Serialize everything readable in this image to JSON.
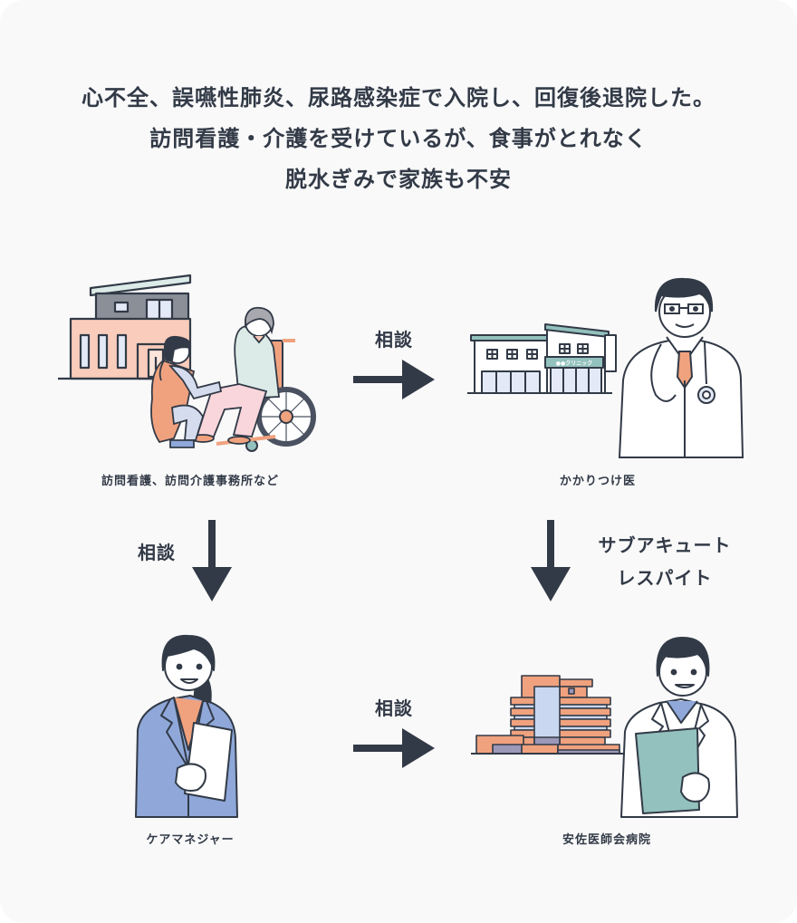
{
  "headline": {
    "lines": [
      "心不全、誤嚥性肺炎、尿路感染症で入院し、回復後退院した。",
      "訪問看護・介護を受けているが、食事がとれなく",
      "脱水ぎみで家族も不安"
    ]
  },
  "nodes": {
    "home_care": {
      "label": "訪問看護、訪問介護事務所など",
      "illustration": "home-visit-wheelchair-illustration"
    },
    "family_doctor": {
      "label": "かかりつけ医",
      "illustration": "clinic-doctor-illustration",
      "clinic_sign": "●●クリニック"
    },
    "care_manager": {
      "label": "ケアマネジャー",
      "illustration": "care-manager-illustration"
    },
    "hospital": {
      "label": "安佐医師会病院",
      "illustration": "hospital-doctor-illustration"
    }
  },
  "arrows": {
    "home_to_doctor": {
      "label": "相談",
      "direction": "right"
    },
    "home_to_caremanager": {
      "label": "相談",
      "direction": "down"
    },
    "doctor_to_hospital": {
      "label_lines": [
        "サブアキュート",
        "レスパイト"
      ],
      "direction": "down"
    },
    "caremanager_to_hospital": {
      "label": "相談",
      "direction": "right"
    }
  },
  "colors": {
    "background": "#f9f9f9",
    "ink": "#323a47",
    "orange": "#f0a27e",
    "teal": "#93c1bd",
    "blue": "#8fa8d9",
    "pink": "#f9ccbb"
  }
}
